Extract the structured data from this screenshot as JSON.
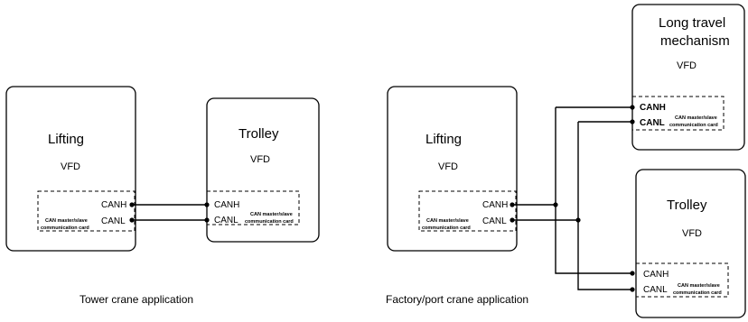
{
  "left_diagram": {
    "caption": "Tower crane application",
    "lifting": {
      "title": "Lifting",
      "sub": "VFD",
      "canh": "CANH",
      "canl": "CANL",
      "card_line1": "CAN master/slave",
      "card_line2": "communication card"
    },
    "trolley": {
      "title": "Trolley",
      "sub": "VFD",
      "canh": "CANH",
      "canl": "CANL",
      "card_line1": "CAN master/slave",
      "card_line2": "communication card"
    }
  },
  "right_diagram": {
    "caption": "Factory/port crane application",
    "lifting": {
      "title": "Lifting",
      "sub": "VFD",
      "canh": "CANH",
      "canl": "CANL",
      "card_line1": "CAN master/slave",
      "card_line2": "communication card"
    },
    "long_travel": {
      "title_line1": "Long travel",
      "title_line2": "mechanism",
      "sub": "VFD",
      "canh": "CANH",
      "canl": "CANL",
      "card_line1": "CAN master/slave",
      "card_line2": "communication card"
    },
    "trolley": {
      "title": "Trolley",
      "sub": "VFD",
      "canh": "CANH",
      "canl": "CANL",
      "card_line1": "CAN master/slave",
      "card_line2": "communication card"
    }
  }
}
